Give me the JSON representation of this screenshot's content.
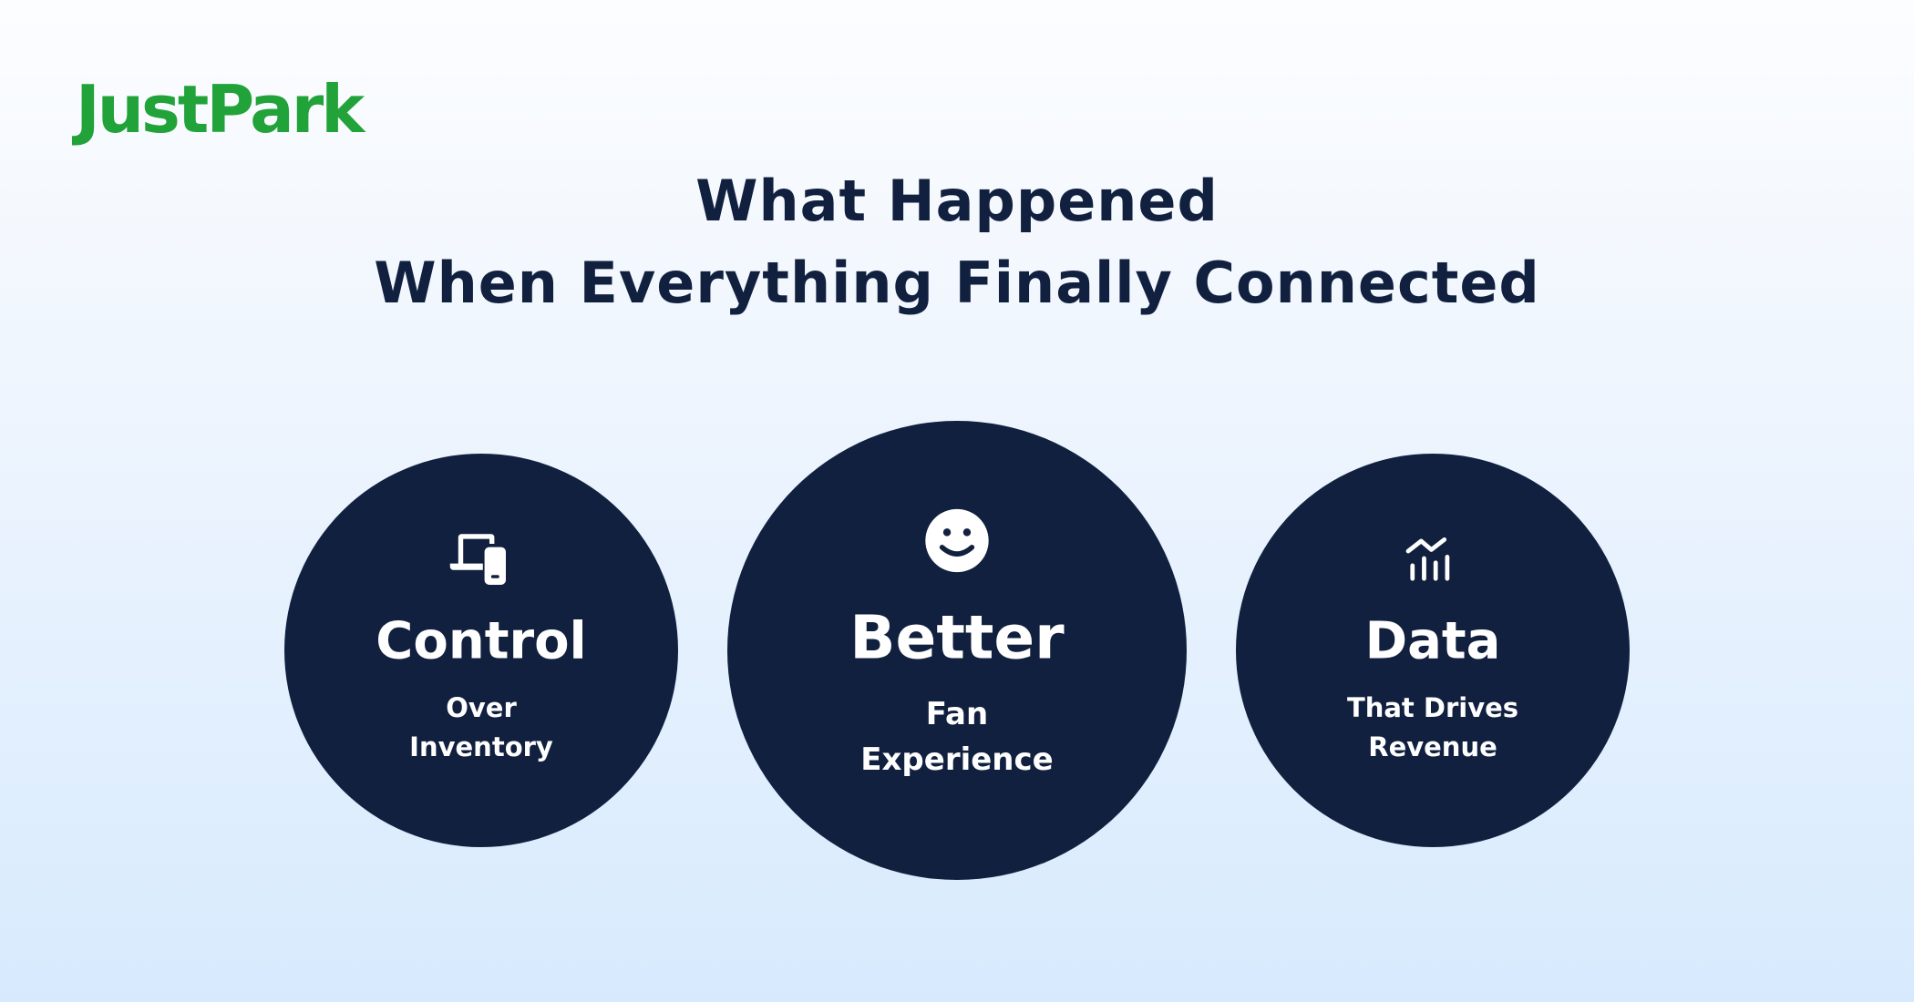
{
  "brand": {
    "logo_text": "JustPark",
    "color": "#22a33a"
  },
  "title": {
    "line1": "What Happened",
    "line2": "When Everything Finally Connected"
  },
  "cards": [
    {
      "icon": "devices-icon",
      "heading": "Control",
      "line1": "Over",
      "line2": "Inventory"
    },
    {
      "icon": "smiley-icon",
      "heading": "Better",
      "line1": "Fan",
      "line2": "Experience"
    },
    {
      "icon": "analytics-chart-icon",
      "heading": "Data",
      "line1": "That Drives",
      "line2": "Revenue"
    }
  ],
  "colors": {
    "navy": "#11203f",
    "background_bottom": "#d7eafd"
  }
}
